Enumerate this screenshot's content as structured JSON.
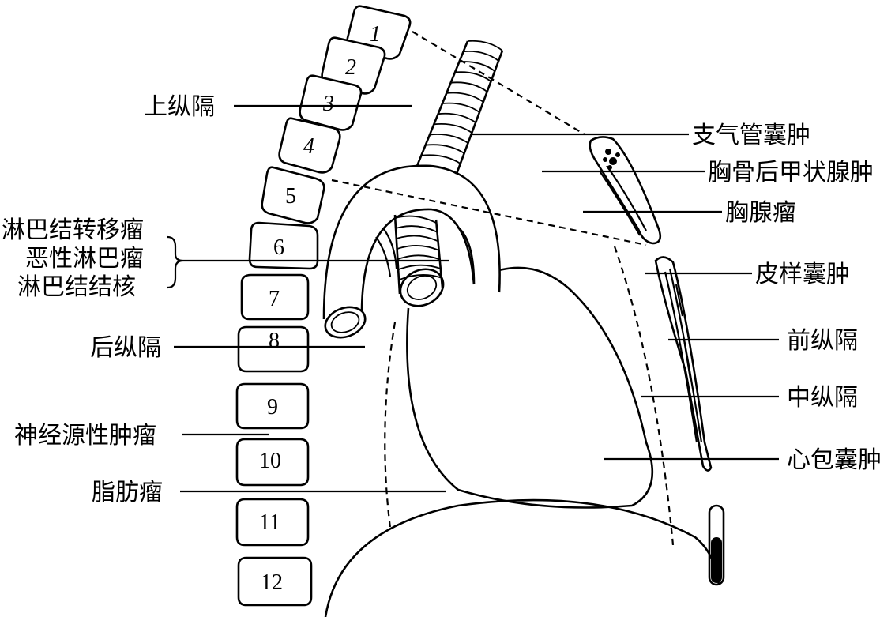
{
  "vertebrae": [
    "1",
    "2",
    "3",
    "4",
    "5",
    "6",
    "7",
    "8",
    "9",
    "10",
    "11",
    "12"
  ],
  "labels": {
    "superior_mediastinum": "上纵隔",
    "bronchogenic_cyst": "支气管囊肿",
    "substernal_thyroid": "胸骨后甲状腺肿",
    "thymoma": "胸腺瘤",
    "lymph_metastasis": "淋巴结转移瘤",
    "malignant_lymphoma": "恶性淋巴瘤",
    "lymph_tuberculosis": "淋巴结结核",
    "dermoid_cyst": "皮样囊肿",
    "posterior_mediastinum": "后纵隔",
    "anterior_mediastinum": "前纵隔",
    "middle_mediastinum": "中纵隔",
    "neurogenic_tumor": "神经源性肿瘤",
    "pericardial_cyst": "心包囊肿",
    "lipoma": "脂肪瘤"
  },
  "colors": {
    "ink": "#000000",
    "paper": "#ffffff"
  }
}
